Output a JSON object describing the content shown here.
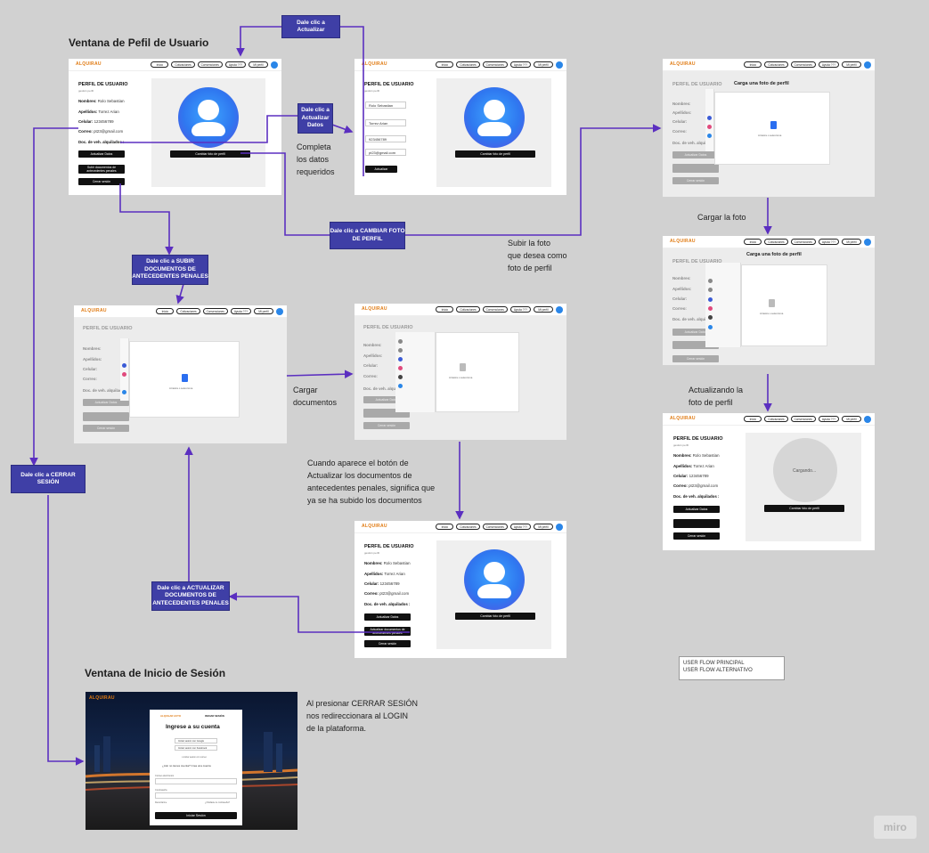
{
  "titles": {
    "profile_window": "Ventana de Pefil de Usuario",
    "login_window": "Ventana de Inicio de Sesión"
  },
  "labels": {
    "actualizar": "Dale clic a\nActualizar",
    "actualizar_datos": "Dale clic a\nActualizar\nDatos",
    "cambiar_foto": "Dale clic a CAMBIAR FOTO\nDE PERFIL",
    "subir_docs": "Dale clic a SUBIR\nDOCUMENTOS DE\nANTECEDENTES PENALES",
    "actualizar_docs": "Dale clic a ACTUALIZAR\nDOCUMENTOS DE\nANTECEDENTES PENALES",
    "cerrar_sesion": "Dale clic a CERRAR\nSESIÓN"
  },
  "notes": {
    "completa": "Completa\nlos datos\nrequeridos",
    "subir_foto": "Subir la foto\nque desea como\nfoto de perfil",
    "cargar_foto": "Cargar la foto",
    "actualizando": "Actualizando la\nfoto de perfil",
    "cargar_docs": "Cargar\ndocumentos",
    "boton_actualizar": "Cuando aparece el botón de\nActualizar los documentos de\nantecedentes penales, significa que\nya se ha subido los documentos",
    "cerrar": "Al presionar CERRAR SESIÓN\nnos redireccionara al LOGIN\nde la plataforma."
  },
  "legend": {
    "principal": "USER FLOW PRINCIPAL",
    "alternativo": "USER FLOW ALTERNATIVO"
  },
  "colors": {
    "flow_line": "#5b2fc0",
    "label_bg": "#3f3fa6",
    "principal": "#5b2fc0",
    "alternativo": "#c42bb7"
  },
  "mock": {
    "brand": "ALQUIRAU",
    "nav": [
      "Inicio",
      "Cotizaciones",
      "Convenciones",
      "Ayuda ???",
      "Mi perfil"
    ],
    "pf_title": "PERFIL DE USUARIO",
    "pf_sub": "gestión perfil",
    "nombres_k": "Nombres:",
    "nombres_v": "Rolo Sebastian",
    "apellidos_k": "Apellidos:",
    "apellidos_v": "Torrez Arian",
    "celular_k": "Celular:",
    "celular_v": "123456789",
    "correo_k": "Correo:",
    "correo_v": "pt23@gmail.com",
    "docs_k": "Doc. de veh. alquilados :",
    "btn_editar": "Actualizar Datos",
    "btn_subir_docs": "Subir documentos de\nantecedentes penales",
    "btn_actualizar_docs": "Actualizar documentos de\nantecedentes penales",
    "btn_cerrar": "Cerrar sesión",
    "btn_cambiar": "Cambiar foto de perfil",
    "btn_actualizar": "Actualizar",
    "f_nombre": "Rolo Sebastian",
    "f_apellido": "Torrez Arian",
    "f_celular": "923456789",
    "f_correo": "pt23@gmail.com",
    "dlg_foto": "Carga una foto de perfil",
    "dlg_hint": "Arrastra o selecciona",
    "cargando": "Cargando...",
    "login_title": "Ingrese a su cuenta",
    "login_btn": "Iniciar Sesión",
    "login_nav_left": "ALQUILAR AUTO",
    "login_nav_right": "INICIAR SESIÓN",
    "login_google": "Iniciar sesión con Google",
    "login_fb": "Iniciar sesión con Facebook",
    "login_or": "o iniciar sesión con correo",
    "login_register": "¿Aún no tienes cuenta?  Crea una cuenta",
    "login_email": "Correo electrónico",
    "login_pass": "Contraseña",
    "login_remember": "Recordarme",
    "login_forgot": "¿Olvidaste tu contraseña?"
  },
  "watermark": "miro"
}
